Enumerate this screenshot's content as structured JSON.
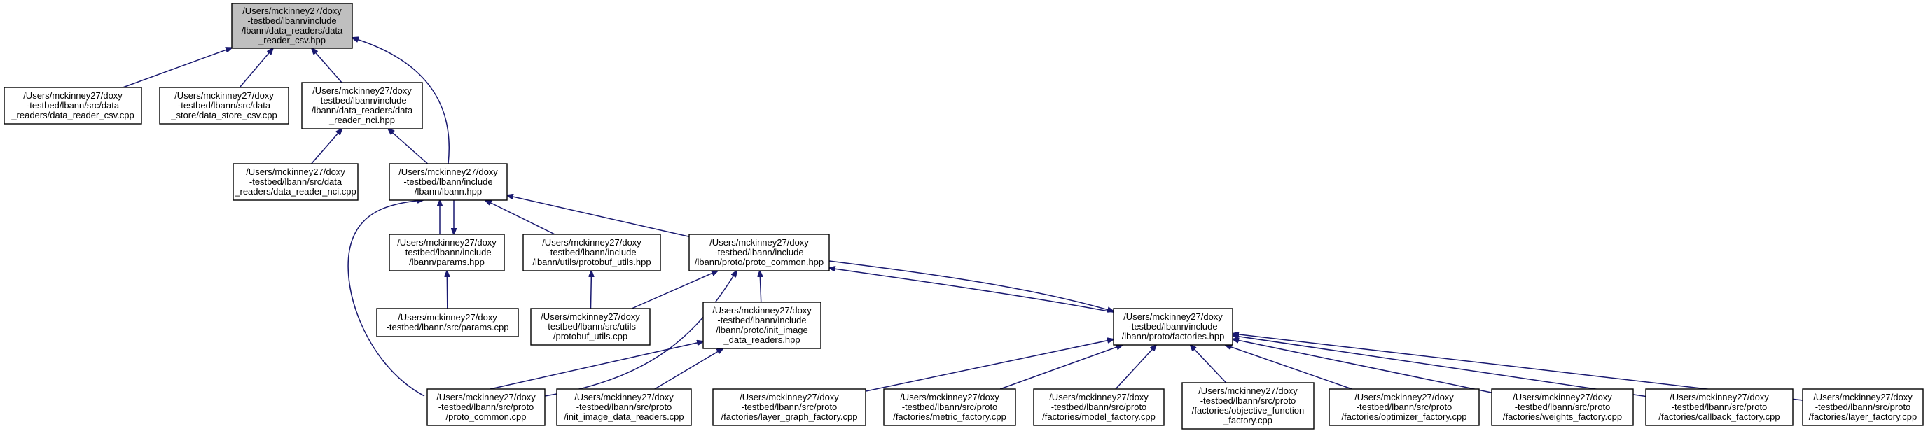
{
  "graph": {
    "nodes": [
      {
        "id": "root",
        "lines": [
          "/Users/mckinney27/doxy",
          "-testbed/lbann/include",
          "/lbann/data_readers/data",
          "_reader_csv.hpp"
        ],
        "highlight": true
      },
      {
        "id": "n1",
        "lines": [
          "/Users/mckinney27/doxy",
          "-testbed/lbann/src/data",
          "_readers/data_reader_csv.cpp"
        ]
      },
      {
        "id": "n2",
        "lines": [
          "/Users/mckinney27/doxy",
          "-testbed/lbann/src/data",
          "_store/data_store_csv.cpp"
        ]
      },
      {
        "id": "n3",
        "lines": [
          "/Users/mckinney27/doxy",
          "-testbed/lbann/include",
          "/lbann/data_readers/data",
          "_reader_nci.hpp"
        ]
      },
      {
        "id": "n4",
        "lines": [
          "/Users/mckinney27/doxy",
          "-testbed/lbann/src/data",
          "_readers/data_reader_nci.cpp"
        ]
      },
      {
        "id": "n5",
        "lines": [
          "/Users/mckinney27/doxy",
          "-testbed/lbann/include",
          "/lbann/lbann.hpp"
        ]
      },
      {
        "id": "n6",
        "lines": [
          "/Users/mckinney27/doxy",
          "-testbed/lbann/include",
          "/lbann/params.hpp"
        ]
      },
      {
        "id": "n7",
        "lines": [
          "/Users/mckinney27/doxy",
          "-testbed/lbann/include",
          "/lbann/utils/protobuf_utils.hpp"
        ]
      },
      {
        "id": "n8",
        "lines": [
          "/Users/mckinney27/doxy",
          "-testbed/lbann/include",
          "/lbann/proto/proto_common.hpp"
        ]
      },
      {
        "id": "n9",
        "lines": [
          "/Users/mckinney27/doxy",
          "-testbed/lbann/src/params.cpp"
        ]
      },
      {
        "id": "n10",
        "lines": [
          "/Users/mckinney27/doxy",
          "-testbed/lbann/src/utils",
          "/protobuf_utils.cpp"
        ]
      },
      {
        "id": "n11",
        "lines": [
          "/Users/mckinney27/doxy",
          "-testbed/lbann/include",
          "/lbann/proto/init_image",
          "_data_readers.hpp"
        ]
      },
      {
        "id": "n12",
        "lines": [
          "/Users/mckinney27/doxy",
          "-testbed/lbann/include",
          "/lbann/proto/factories.hpp"
        ]
      },
      {
        "id": "n13",
        "lines": [
          "/Users/mckinney27/doxy",
          "-testbed/lbann/src/proto",
          "/proto_common.cpp"
        ]
      },
      {
        "id": "n14",
        "lines": [
          "/Users/mckinney27/doxy",
          "-testbed/lbann/src/proto",
          "/init_image_data_readers.cpp"
        ]
      },
      {
        "id": "n15",
        "lines": [
          "/Users/mckinney27/doxy",
          "-testbed/lbann/src/proto",
          "/factories/layer_graph_factory.cpp"
        ]
      },
      {
        "id": "n16",
        "lines": [
          "/Users/mckinney27/doxy",
          "-testbed/lbann/src/proto",
          "/factories/metric_factory.cpp"
        ]
      },
      {
        "id": "n17",
        "lines": [
          "/Users/mckinney27/doxy",
          "-testbed/lbann/src/proto",
          "/factories/model_factory.cpp"
        ]
      },
      {
        "id": "n18",
        "lines": [
          "/Users/mckinney27/doxy",
          "-testbed/lbann/src/proto",
          "/factories/objective_function",
          "_factory.cpp"
        ]
      },
      {
        "id": "n19",
        "lines": [
          "/Users/mckinney27/doxy",
          "-testbed/lbann/src/proto",
          "/factories/optimizer_factory.cpp"
        ]
      },
      {
        "id": "n20",
        "lines": [
          "/Users/mckinney27/doxy",
          "-testbed/lbann/src/proto",
          "/factories/weights_factory.cpp"
        ]
      },
      {
        "id": "n21",
        "lines": [
          "/Users/mckinney27/doxy",
          "-testbed/lbann/src/proto",
          "/factories/callback_factory.cpp"
        ]
      },
      {
        "id": "n22",
        "lines": [
          "/Users/mckinney27/doxy",
          "-testbed/lbann/src/proto",
          "/factories/layer_factory.cpp"
        ]
      }
    ],
    "edges": [
      [
        "n1",
        "root"
      ],
      [
        "n2",
        "root"
      ],
      [
        "n3",
        "root"
      ],
      [
        "n5",
        "root"
      ],
      [
        "n4",
        "n3"
      ],
      [
        "n5",
        "n3"
      ],
      [
        "n6",
        "n5"
      ],
      [
        "n5",
        "n6"
      ],
      [
        "n7",
        "n5"
      ],
      [
        "n8",
        "n5"
      ],
      [
        "n13",
        "n5"
      ],
      [
        "n9",
        "n6"
      ],
      [
        "n10",
        "n7"
      ],
      [
        "n10",
        "n8"
      ],
      [
        "n11",
        "n8"
      ],
      [
        "n13",
        "n8"
      ],
      [
        "n12",
        "n8"
      ],
      [
        "n8",
        "n12"
      ],
      [
        "n13",
        "n11"
      ],
      [
        "n14",
        "n11"
      ],
      [
        "n15",
        "n12"
      ],
      [
        "n16",
        "n12"
      ],
      [
        "n17",
        "n12"
      ],
      [
        "n18",
        "n12"
      ],
      [
        "n19",
        "n12"
      ],
      [
        "n20",
        "n12"
      ],
      [
        "n21",
        "n12"
      ],
      [
        "n22",
        "n12"
      ]
    ]
  }
}
